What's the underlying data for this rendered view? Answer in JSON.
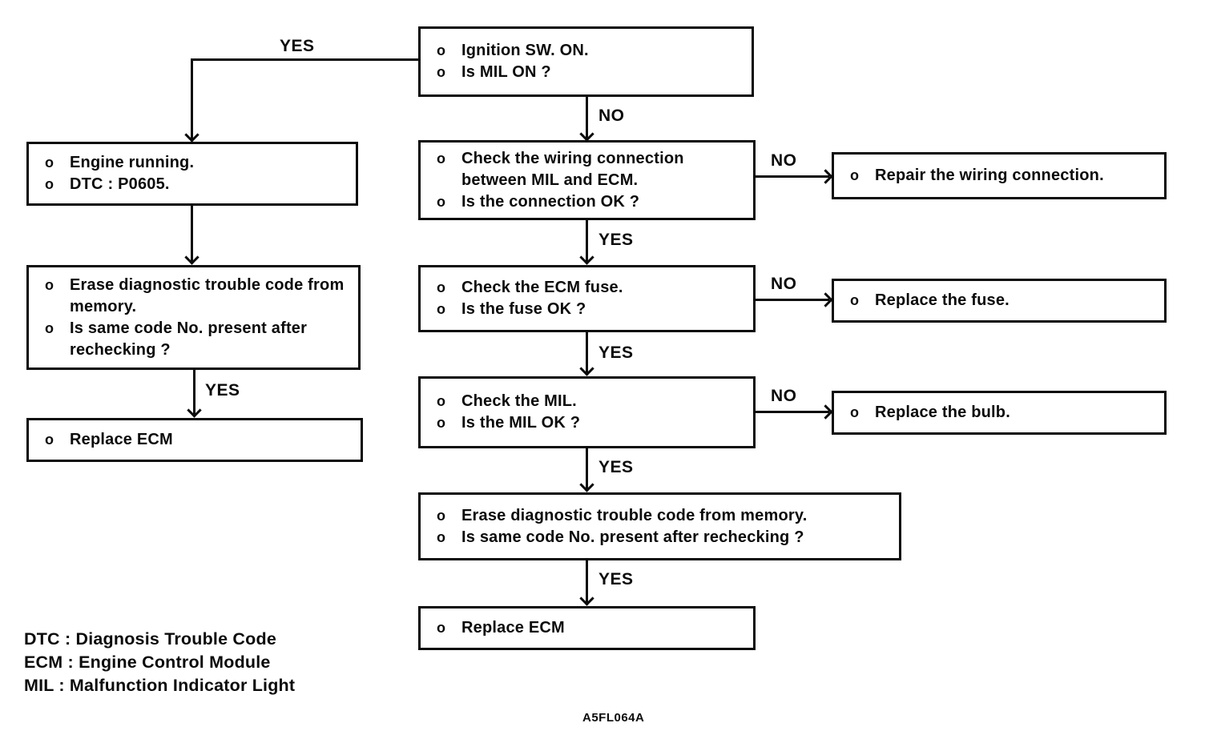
{
  "diagram": {
    "bullet": "o",
    "labels": {
      "yes": "YES",
      "no": "NO"
    },
    "nodes": {
      "ignition": {
        "lines": [
          "Ignition SW. ON.",
          "Is MIL ON ?"
        ]
      },
      "engine_running": {
        "lines": [
          "Engine running.",
          "DTC : P0605."
        ]
      },
      "erase_left": {
        "lines": [
          "Erase diagnostic trouble code from memory.",
          "Is same code No. present after rechecking ?"
        ]
      },
      "replace_ecm_left": {
        "lines": [
          "Replace ECM"
        ]
      },
      "check_wiring": {
        "lines": [
          "Check the wiring connection between MIL and ECM.",
          "Is the connection OK ?"
        ]
      },
      "repair_wiring": {
        "lines": [
          "Repair the wiring connection."
        ]
      },
      "check_fuse": {
        "lines": [
          "Check the ECM fuse.",
          "Is the fuse OK ?"
        ]
      },
      "replace_fuse": {
        "lines": [
          "Replace the fuse."
        ]
      },
      "check_mil": {
        "lines": [
          "Check the MIL.",
          "Is the MIL OK ?"
        ]
      },
      "replace_bulb": {
        "lines": [
          "Replace the bulb."
        ]
      },
      "erase_mid": {
        "lines": [
          "Erase diagnostic trouble code from memory.",
          "Is same code No. present after rechecking ?"
        ]
      },
      "replace_ecm_mid": {
        "lines": [
          "Replace ECM"
        ]
      }
    },
    "legend": [
      "DTC : Diagnosis Trouble Code",
      "ECM : Engine Control Module",
      "MIL : Malfunction Indicator Light"
    ],
    "figure_code": "A5FL064A"
  }
}
